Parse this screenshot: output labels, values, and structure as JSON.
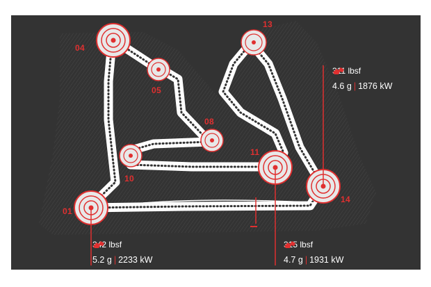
{
  "colors": {
    "background": "#333333",
    "accent": "#e03030",
    "track": "#ffffff",
    "runoff": "#3b3b3b"
  },
  "corners": {
    "c01": "01",
    "c04": "04",
    "c05": "05",
    "c08": "08",
    "c10": "10",
    "c11": "11",
    "c13": "13",
    "c14": "14"
  },
  "metrics": {
    "turn14": {
      "force": "311 lbsf",
      "g": "4.6 g",
      "power": "1876 kW",
      "icon": "brake-pedal-icon"
    },
    "turn01": {
      "force": "342 lbsf",
      "g": "5.2 g",
      "power": "2233 kW",
      "icon": "brake-pedal-icon"
    },
    "turn11": {
      "force": "315 lbsf",
      "g": "4.7 g",
      "power": "1931 kW",
      "icon": "brake-pedal-icon"
    }
  }
}
